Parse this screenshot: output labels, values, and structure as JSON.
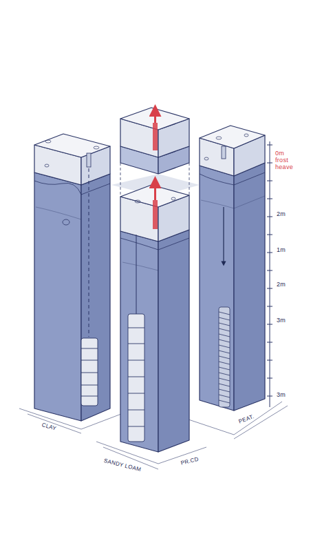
{
  "diagram": {
    "labels": [
      "0m frost heave",
      "2m",
      "1m",
      "2m",
      "3m",
      "3m",
      "CLAY",
      "SANDY LOAM",
      "PR.CD",
      "PEAT."
    ]
  }
}
